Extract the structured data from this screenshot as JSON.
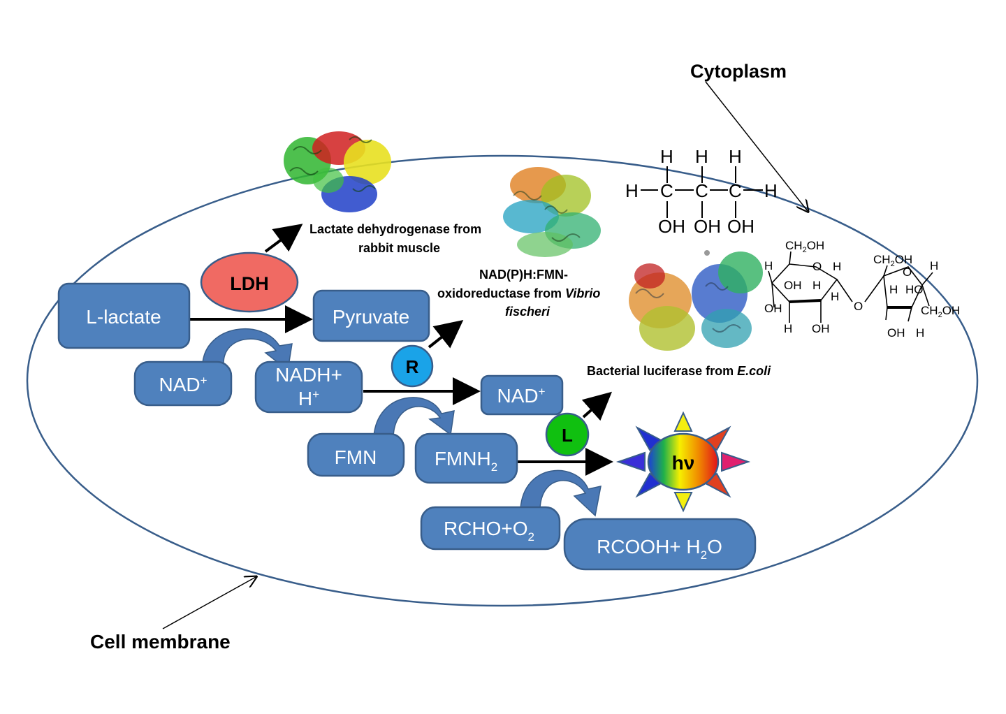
{
  "labels": {
    "cytoplasm": "Cytoplasm",
    "cell_membrane": "Cell membrane",
    "ldh_caption_line1": "Lactate dehydrogenase from",
    "ldh_caption_line2": "rabbit muscle",
    "nfr_caption_line1": "NAD(P)H:FMN-",
    "nfr_caption_line2_pre": "oxidoreductase  from ",
    "nfr_caption_line2_italic": "Vibrio",
    "nfr_caption_line3_italic": "fischeri",
    "luc_caption_pre": "Bacterial luciferase from ",
    "luc_caption_italic": "E.coli"
  },
  "enzymes": {
    "ldh": "LDH",
    "r": "R",
    "l": "L"
  },
  "species": {
    "l_lactate": "L-lactate",
    "pyruvate": "Pyruvate",
    "nad_1": "NAD",
    "nad_1_sup": "+",
    "nadh_line1": "NADH+",
    "nadh_line2": "H",
    "nadh_line2_sup": "+",
    "nad_2": "NAD",
    "nad_2_sup": "+",
    "fmn": "FMN",
    "fmnh2": "FMNH",
    "fmnh2_sub": "2",
    "rcho": "RCHO+O",
    "rcho_sub": "2",
    "rcooh_pre": "RCOOH+ H",
    "rcooh_sub": "2",
    "rcooh_post": "O"
  },
  "light": {
    "label": "hν"
  },
  "glycerol": {
    "h": "H",
    "c": "C",
    "oh": "OH",
    "dash": "—"
  },
  "sucrose": {
    "ch2oh": "CH",
    "ch2oh_sub": "2",
    "ch2oh_post": "OH",
    "h": "H",
    "o": "O",
    "oh": "OH",
    "ho": "HO"
  },
  "colors": {
    "box_fill": "#4f81bd",
    "box_stroke": "#385d8a",
    "ldh_fill": "#f06a63",
    "r_fill": "#1aa3e8",
    "l_fill": "#10c010",
    "cell_outline": "#385d8a"
  }
}
